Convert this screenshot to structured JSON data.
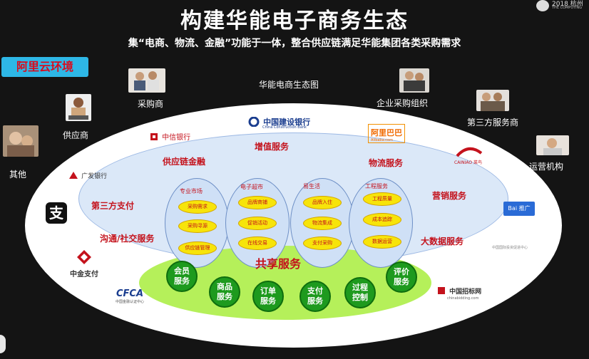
{
  "header": {
    "title": "构建华能电子商务生态",
    "subtitle": "集“电商、物流、金融”功能于一体，整合供应链满足华能集团各类采购需求",
    "brand_year": "2018 杭州",
    "brand_sub": "THE COMPUTING"
  },
  "badge": {
    "label": "阿里云环境"
  },
  "ecosystem": {
    "title": "华能电商生态图",
    "participants": {
      "others": "其他",
      "supplier": "供应商",
      "buyer": "采购商",
      "enterprise": "企业采购组织",
      "third_party": "第三方服务商",
      "operator": "运营机构"
    }
  },
  "partners": {
    "ccb_cn": "中国建设银行",
    "ccb_en": "China Construction Bank",
    "citic": "中信银行",
    "cgb": "广发银行",
    "alibaba_cn": "阿里巴巴",
    "alibaba_en": "Alibaba.com",
    "cainiao": "CAINIAO 菜鸟",
    "baidu": "Bai 推广",
    "alipay_icon": "支",
    "cpcn": "中金支付",
    "cfca": "CFCA",
    "cfca_sub": "中国金融认证中心",
    "chinabidding": "中国招标网",
    "chinabidding_sub": "chinabidding.com",
    "wuxi": "中国国际投资促进中心"
  },
  "services": {
    "value_added": "增值服务",
    "supply_chain_finance": "供应链金融",
    "logistics": "物流服务",
    "third_party_pay": "第三方支付",
    "marketing": "营销服务",
    "social": "沟通/社交服务",
    "big_data": "大数据服务"
  },
  "markets": [
    {
      "label": "专业市场",
      "items": [
        "采购需求",
        "采购寻源",
        "供应链管理"
      ]
    },
    {
      "label": "电子超市",
      "items": [
        "品牌商铺",
        "促销活动",
        "在线交易"
      ]
    },
    {
      "label": "易生活",
      "items": [
        "品牌入住",
        "物流集成",
        "支付采购"
      ]
    },
    {
      "label": "工程服务",
      "items": [
        "工程质量",
        "成本追踪",
        "数据运营"
      ]
    }
  ],
  "shared": {
    "title": "共享服务",
    "items": [
      "会员服务",
      "商品服务",
      "订单服务",
      "支付服务",
      "过程控制",
      "评价服务"
    ]
  },
  "colors": {
    "background": "#141414",
    "accent_red": "#c4121c",
    "green": "#1e9a1e",
    "lime": "#b5f05a",
    "yellow": "#f7e40a",
    "blue": "#2eb7e6"
  }
}
